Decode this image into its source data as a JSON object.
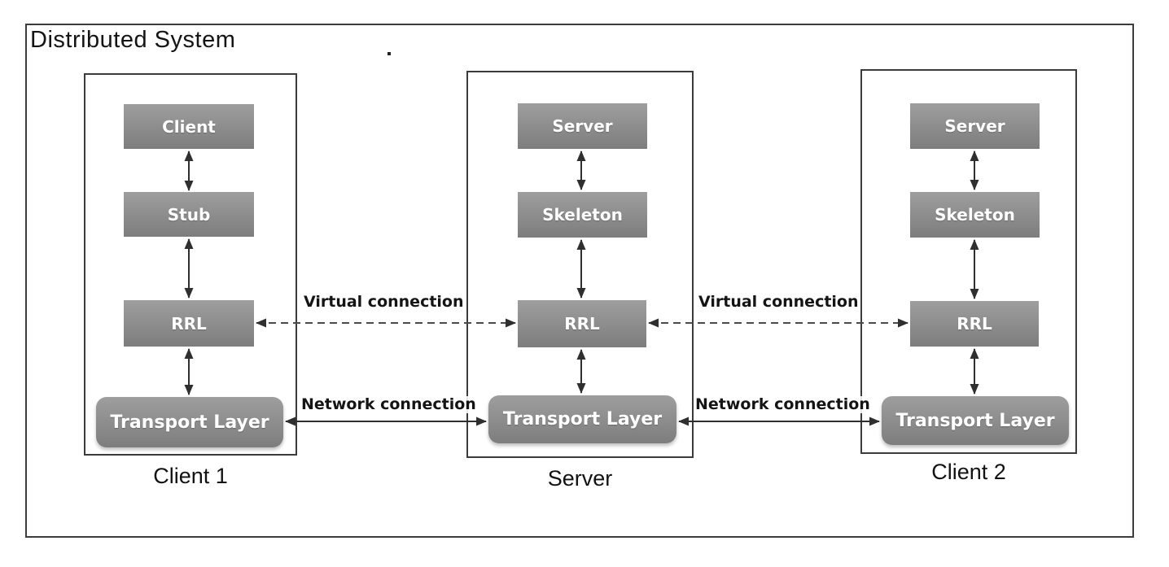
{
  "title": "Distributed System",
  "diagram": {
    "columns": [
      {
        "label": "Client 1",
        "boxes": [
          "Client",
          "Stub",
          "RRL",
          "Transport Layer"
        ]
      },
      {
        "label": "Server",
        "boxes": [
          "Server",
          "Skeleton",
          "RRL",
          "Transport Layer"
        ]
      },
      {
        "label": "Client 2",
        "boxes": [
          "Server",
          "Skeleton",
          "RRL",
          "Transport Layer"
        ]
      }
    ],
    "connections": [
      {
        "label": "Virtual connection",
        "style": "dashed",
        "between": [
          "Client 1 RRL",
          "Server RRL"
        ]
      },
      {
        "label": "Virtual connection",
        "style": "dashed",
        "between": [
          "Server RRL",
          "Client 2 RRL"
        ]
      },
      {
        "label": "Network connection",
        "style": "solid",
        "between": [
          "Client 1 Transport Layer",
          "Server Transport Layer"
        ]
      },
      {
        "label": "Network connection",
        "style": "solid",
        "between": [
          "Server Transport Layer",
          "Client 2 Transport Layer"
        ]
      }
    ],
    "vertical_links": "double-headed arrows between stacked boxes in each column"
  },
  "colors": {
    "node_fill_top": "#9e9e9e",
    "node_fill_bottom": "#7d7d7d",
    "node_text": "#ffffff",
    "border": "#3b3b3b",
    "arrow": "#2f2f2f",
    "background": "#ffffff"
  }
}
